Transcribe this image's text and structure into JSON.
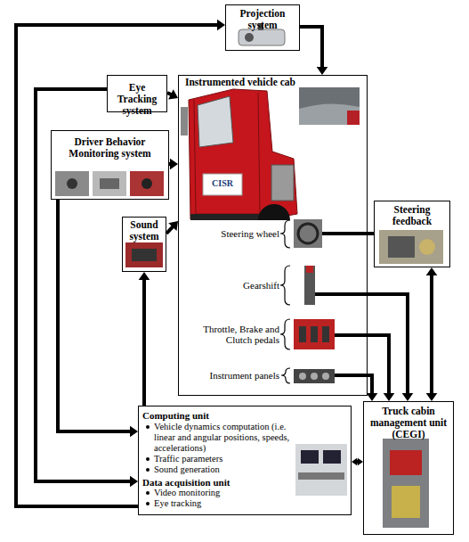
{
  "diagram": {
    "nodes": [
      {
        "text": [
          "Projection system"
        ]
      },
      {
        "text": [
          "Eye Tracking system"
        ]
      },
      {
        "text": [
          "Instrumented vehicle cab"
        ]
      },
      {
        "text": [
          "Driver Behavior Monitoring system"
        ]
      },
      {
        "text": [
          "Sound system"
        ]
      },
      {
        "text": [
          "Steering feedback"
        ]
      },
      {
        "text": [
          "Computing unit",
          "Vehicle dynamics computation (i.e. linear and angular positions, speeds, accelerations)",
          "Traffic parameters",
          "Sound generation",
          "Data acquisition unit",
          "Video monitoring",
          "Eye tracking"
        ]
      },
      {
        "text": [
          "Truck cabin management unit (CEGI)"
        ]
      }
    ],
    "edges": [
      {
        "from": 6,
        "to": 0,
        "arrow": "to"
      },
      {
        "from": 0,
        "to": 2,
        "arrow": "to"
      },
      {
        "from": 1,
        "to": 2,
        "arrow": "to"
      },
      {
        "from": 1,
        "to": 6,
        "arrow": "to"
      },
      {
        "from": 3,
        "to": 2,
        "arrow": "to"
      },
      {
        "from": 3,
        "to": 6,
        "arrow": "to"
      },
      {
        "from": 4,
        "to": 2,
        "arrow": "to"
      },
      {
        "from": 6,
        "to": 4,
        "arrow": "to"
      },
      {
        "from": 2,
        "to": 5,
        "arrow": "none"
      },
      {
        "from": 2,
        "to": 7,
        "arrow": "to"
      },
      {
        "from": 2,
        "to": 7,
        "arrow": "to"
      },
      {
        "from": 2,
        "to": 7,
        "arrow": "to"
      },
      {
        "from": 5,
        "to": 7,
        "arrow": "both"
      },
      {
        "from": 6,
        "to": 7,
        "arrow": "both"
      }
    ],
    "labels": [
      "Steering wheel",
      "Gearshift",
      "Throttle, Brake and Clutch pedals",
      "Instrument panels",
      "CISR"
    ]
  }
}
